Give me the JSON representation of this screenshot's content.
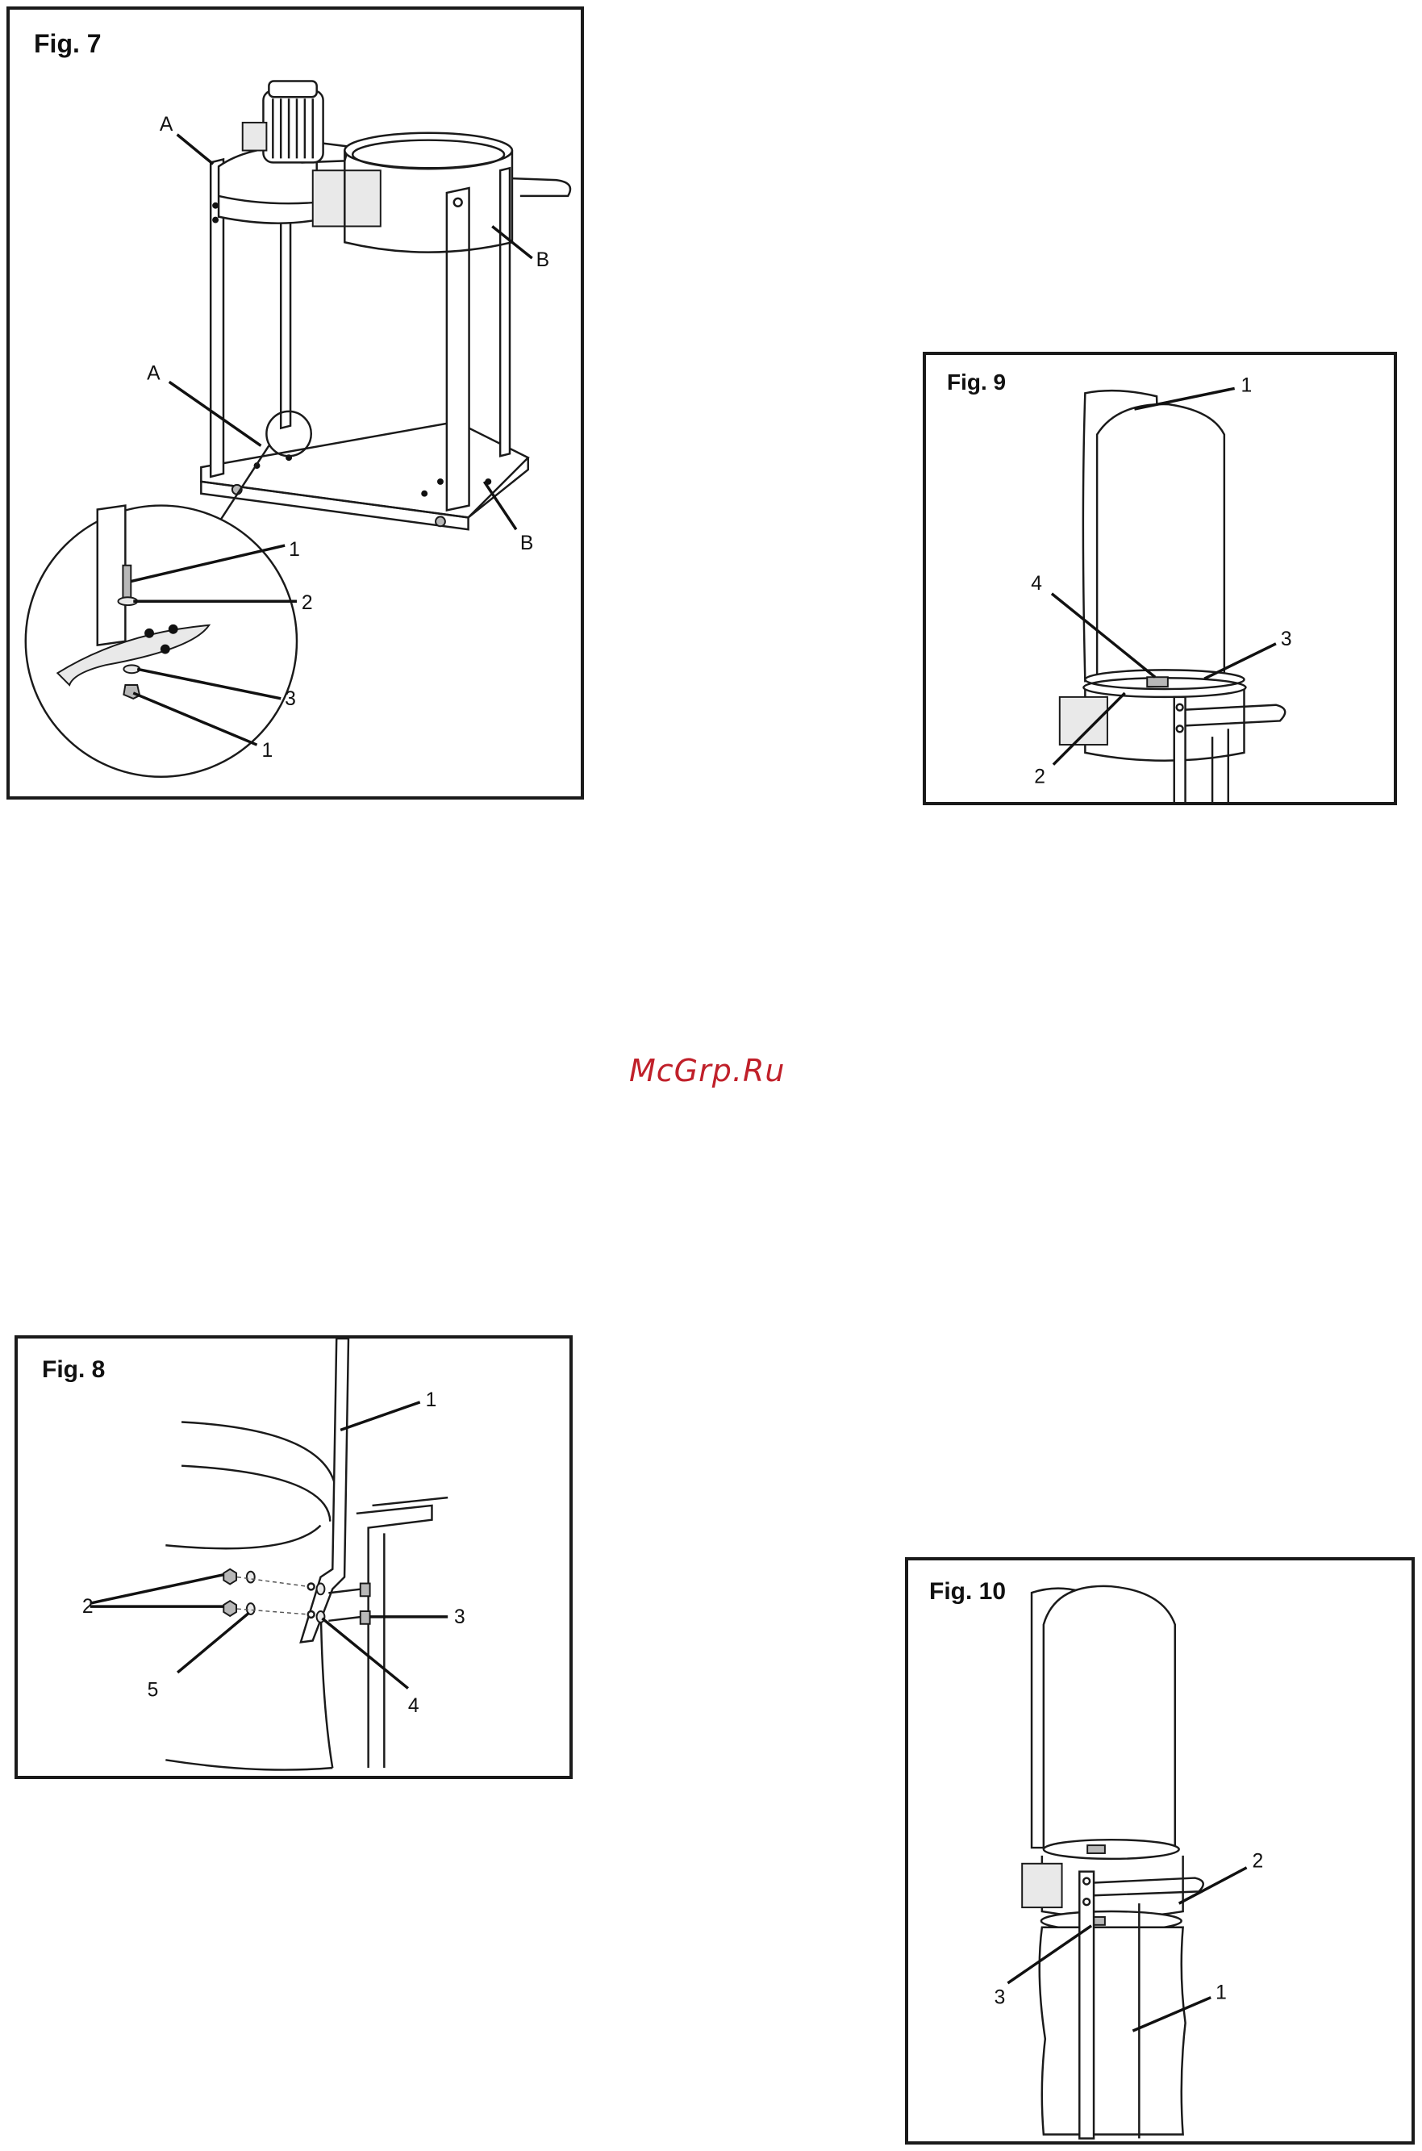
{
  "watermark": "McGrp.Ru",
  "figures": {
    "fig7": {
      "title": "Fig. 7",
      "labels": {
        "a_top": "A",
        "a_low": "A",
        "b_top": "B",
        "b_low": "B",
        "d1_top": "1",
        "d2": "2",
        "d3": "3",
        "d1_bot": "1"
      }
    },
    "fig8": {
      "title": "Fig. 8",
      "labels": {
        "l1": "1",
        "l2": "2",
        "l3": "3",
        "l4": "4",
        "l5": "5"
      }
    },
    "fig9": {
      "title": "Fig. 9",
      "labels": {
        "l1": "1",
        "l2": "2",
        "l3": "3",
        "l4": "4"
      }
    },
    "fig10": {
      "title": "Fig. 10",
      "labels": {
        "l1": "1",
        "l2": "2",
        "l3": "3"
      }
    }
  }
}
